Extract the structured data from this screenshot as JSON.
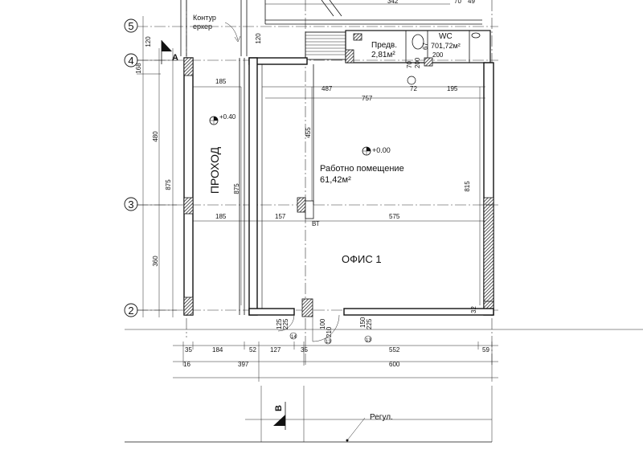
{
  "axes": {
    "a5": "5",
    "a4": "4",
    "a3": "3",
    "a2": "2"
  },
  "section_marks": {
    "top": "A",
    "bottom": "B"
  },
  "rooms": {
    "passage": {
      "name": "ПРОХОД",
      "level": "+0.40"
    },
    "office": {
      "title": "ОФИС 1",
      "name": "Работно помещение",
      "area": "61,42м²",
      "level": "+0.00"
    },
    "vestibule": {
      "name": "Предв.",
      "area": "2,81м²"
    },
    "wc": {
      "name": "WC",
      "area": "701,72м²"
    }
  },
  "labels": {
    "contour": "Контур",
    "bay": "еркер",
    "reg": "Регул.",
    "vt": "ВТ"
  },
  "dims_top": {
    "d342": "342",
    "d70": "70",
    "d49": "49"
  },
  "dims_left": {
    "d168": "168",
    "d480": "480",
    "d875": "875",
    "d360": "360",
    "d120a": "120",
    "d120b": "120"
  },
  "dims_inner": {
    "d185a": "185",
    "d185b": "185",
    "d487": "487",
    "d757": "757",
    "d72": "72",
    "d195": "195",
    "d455": "455",
    "d875b": "875",
    "d815": "815",
    "d157": "157",
    "d575": "575",
    "d70b": "70",
    "d200": "200",
    "d200b": "200",
    "d67": "67",
    "d32": "32"
  },
  "dims_bottom_row1": {
    "d35a": "35",
    "d184": "184",
    "d52": "52",
    "d127": "127",
    "d35b": "35",
    "d552": "552",
    "d59": "59"
  },
  "dims_bottom_row2": {
    "d16": "16",
    "d397": "397",
    "d600": "600"
  },
  "door_dims": {
    "d125": "125",
    "d225": "225",
    "d100": "100",
    "d210": "210",
    "d150": "150",
    "d225b": "225"
  },
  "door_marks": {
    "m1": "14",
    "m2": "13",
    "m3": "13"
  }
}
